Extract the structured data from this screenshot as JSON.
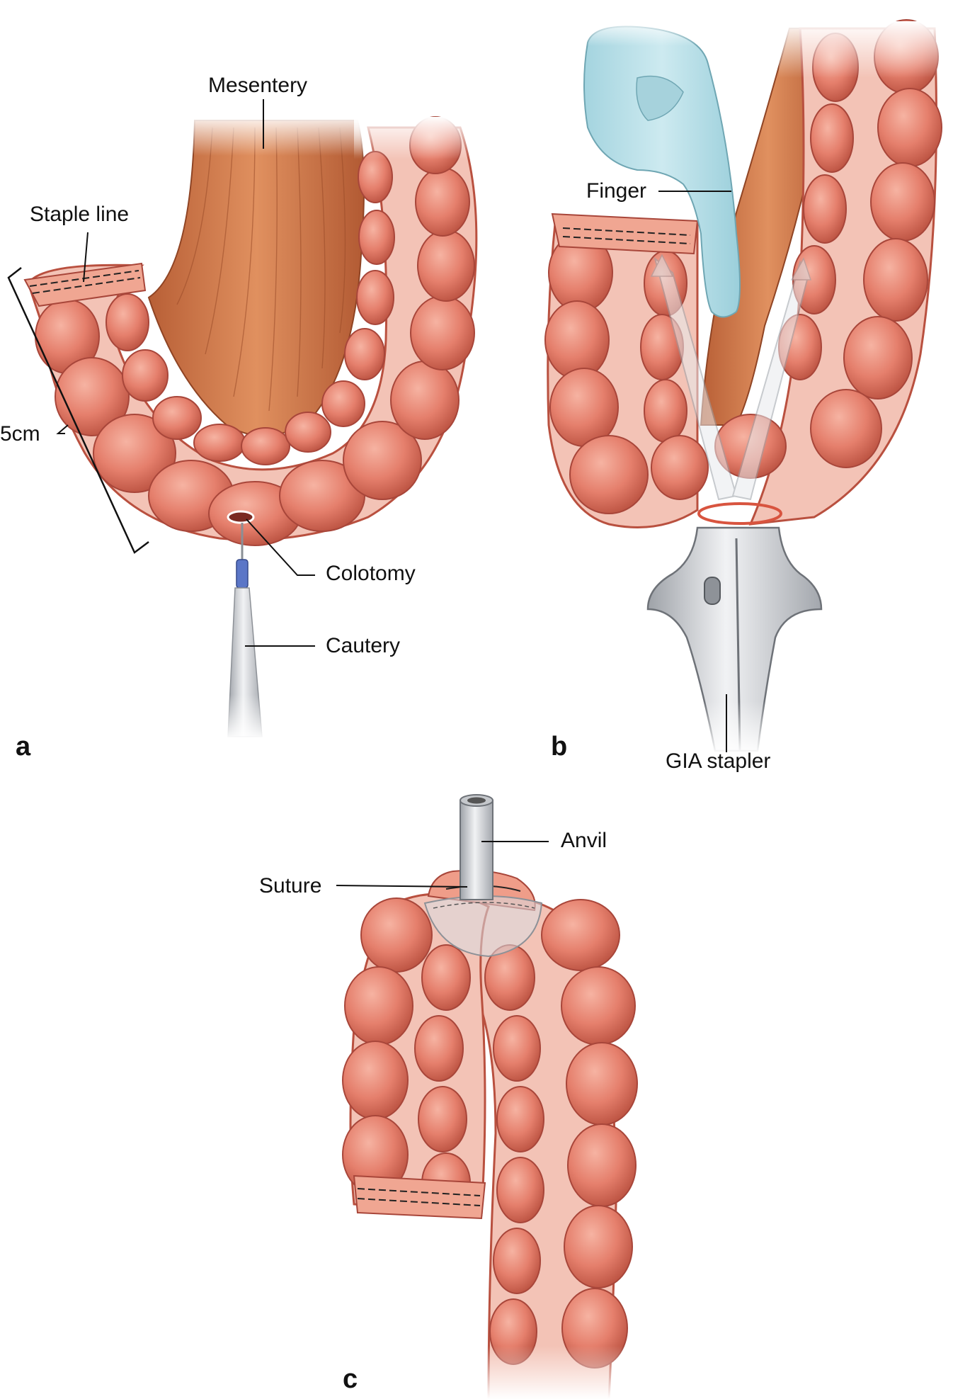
{
  "labels": {
    "mesentery": "Mesentery",
    "staple_line": "Staple line",
    "length": "5cm",
    "colotomy": "Colotomy",
    "cautery": "Cautery",
    "finger": "Finger",
    "gia_stapler": "GIA stapler",
    "anvil": "Anvil",
    "suture": "Suture"
  },
  "panels": {
    "a": "a",
    "b": "b",
    "c": "c"
  },
  "colors": {
    "bowel": "#e37f6d",
    "bowel_dark": "#b84e3f",
    "bowel_light": "#f4b3a3",
    "mesentery": "#cc7446",
    "glove": "#b9dfe8",
    "instrument": "#c9ccd1"
  }
}
